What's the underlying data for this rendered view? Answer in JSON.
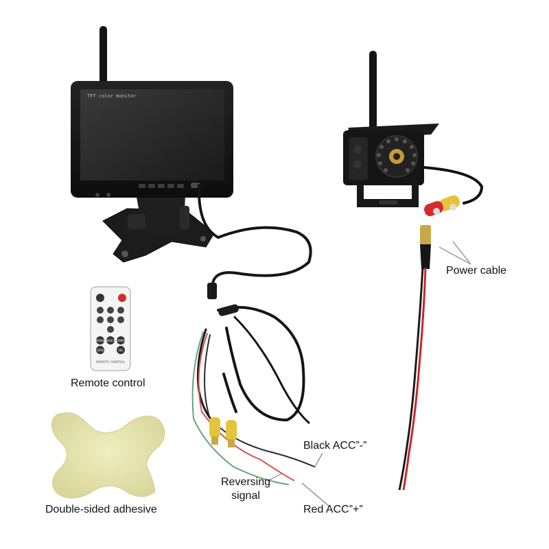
{
  "monitor": {
    "screen_text": "TFT color monitor"
  },
  "remote": {
    "footer_text": "REMOTE CONTROL",
    "buttons": [
      "MODE",
      "RESET",
      "TIMER",
      "GRID",
      "SEL"
    ]
  },
  "labels": {
    "power_cable": "Power cable",
    "remote_control": "Remote control",
    "black_acc": "Black ACC”-”",
    "reversing_line1": "Reversing",
    "reversing_line2": "signal",
    "red_acc": "Red ACC”+”",
    "adhesive": "Double-sided adhesive"
  }
}
